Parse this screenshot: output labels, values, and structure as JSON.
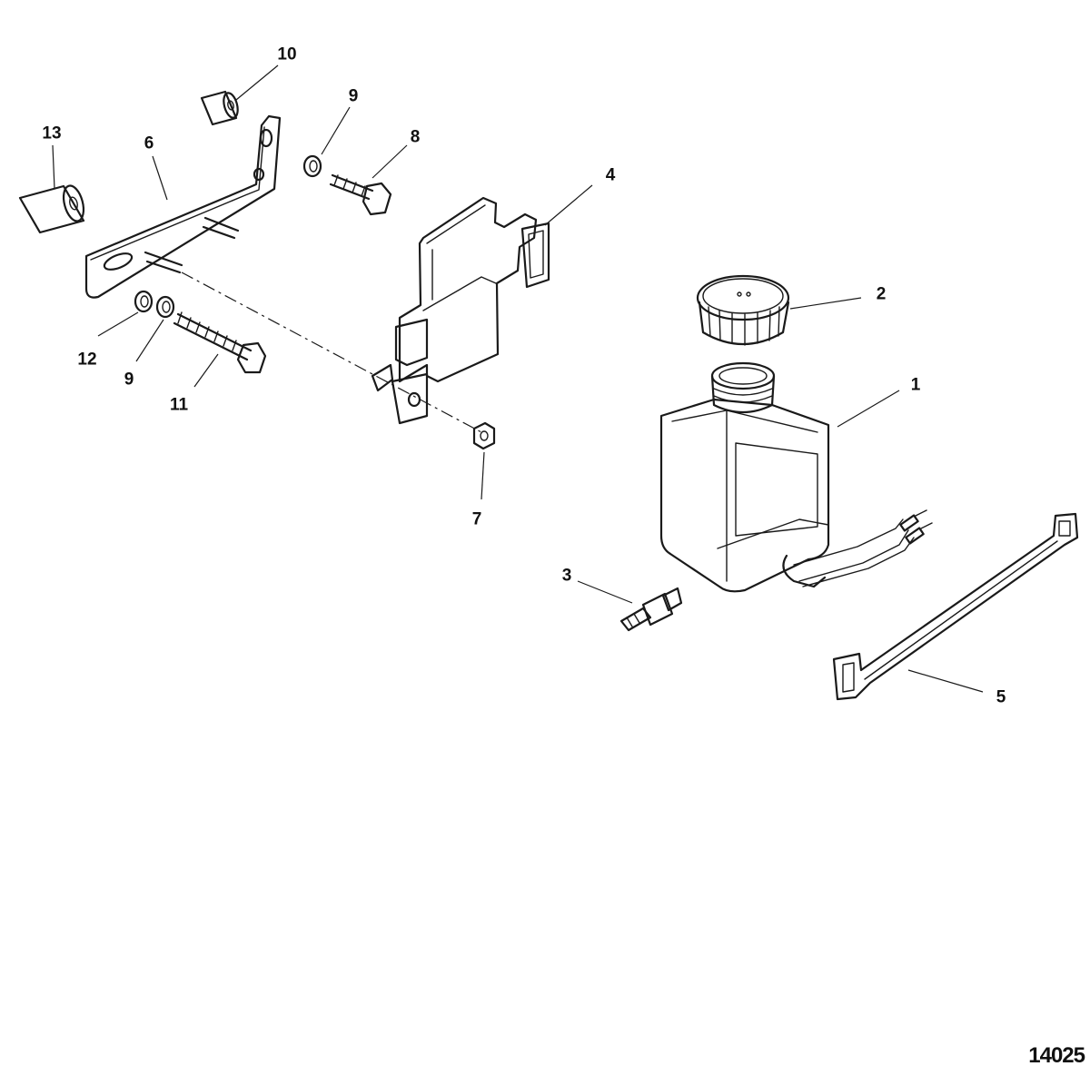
{
  "diagram": {
    "figure_number": "14025",
    "callouts": [
      {
        "id": "c1",
        "label": "1"
      },
      {
        "id": "c2",
        "label": "2"
      },
      {
        "id": "c3",
        "label": "3"
      },
      {
        "id": "c4",
        "label": "4"
      },
      {
        "id": "c5",
        "label": "5"
      },
      {
        "id": "c6",
        "label": "6"
      },
      {
        "id": "c7",
        "label": "7"
      },
      {
        "id": "c8",
        "label": "8"
      },
      {
        "id": "c9a",
        "label": "9"
      },
      {
        "id": "c9b",
        "label": "9"
      },
      {
        "id": "c10",
        "label": "10"
      },
      {
        "id": "c11",
        "label": "11"
      },
      {
        "id": "c12",
        "label": "12"
      },
      {
        "id": "c13",
        "label": "13"
      }
    ]
  }
}
